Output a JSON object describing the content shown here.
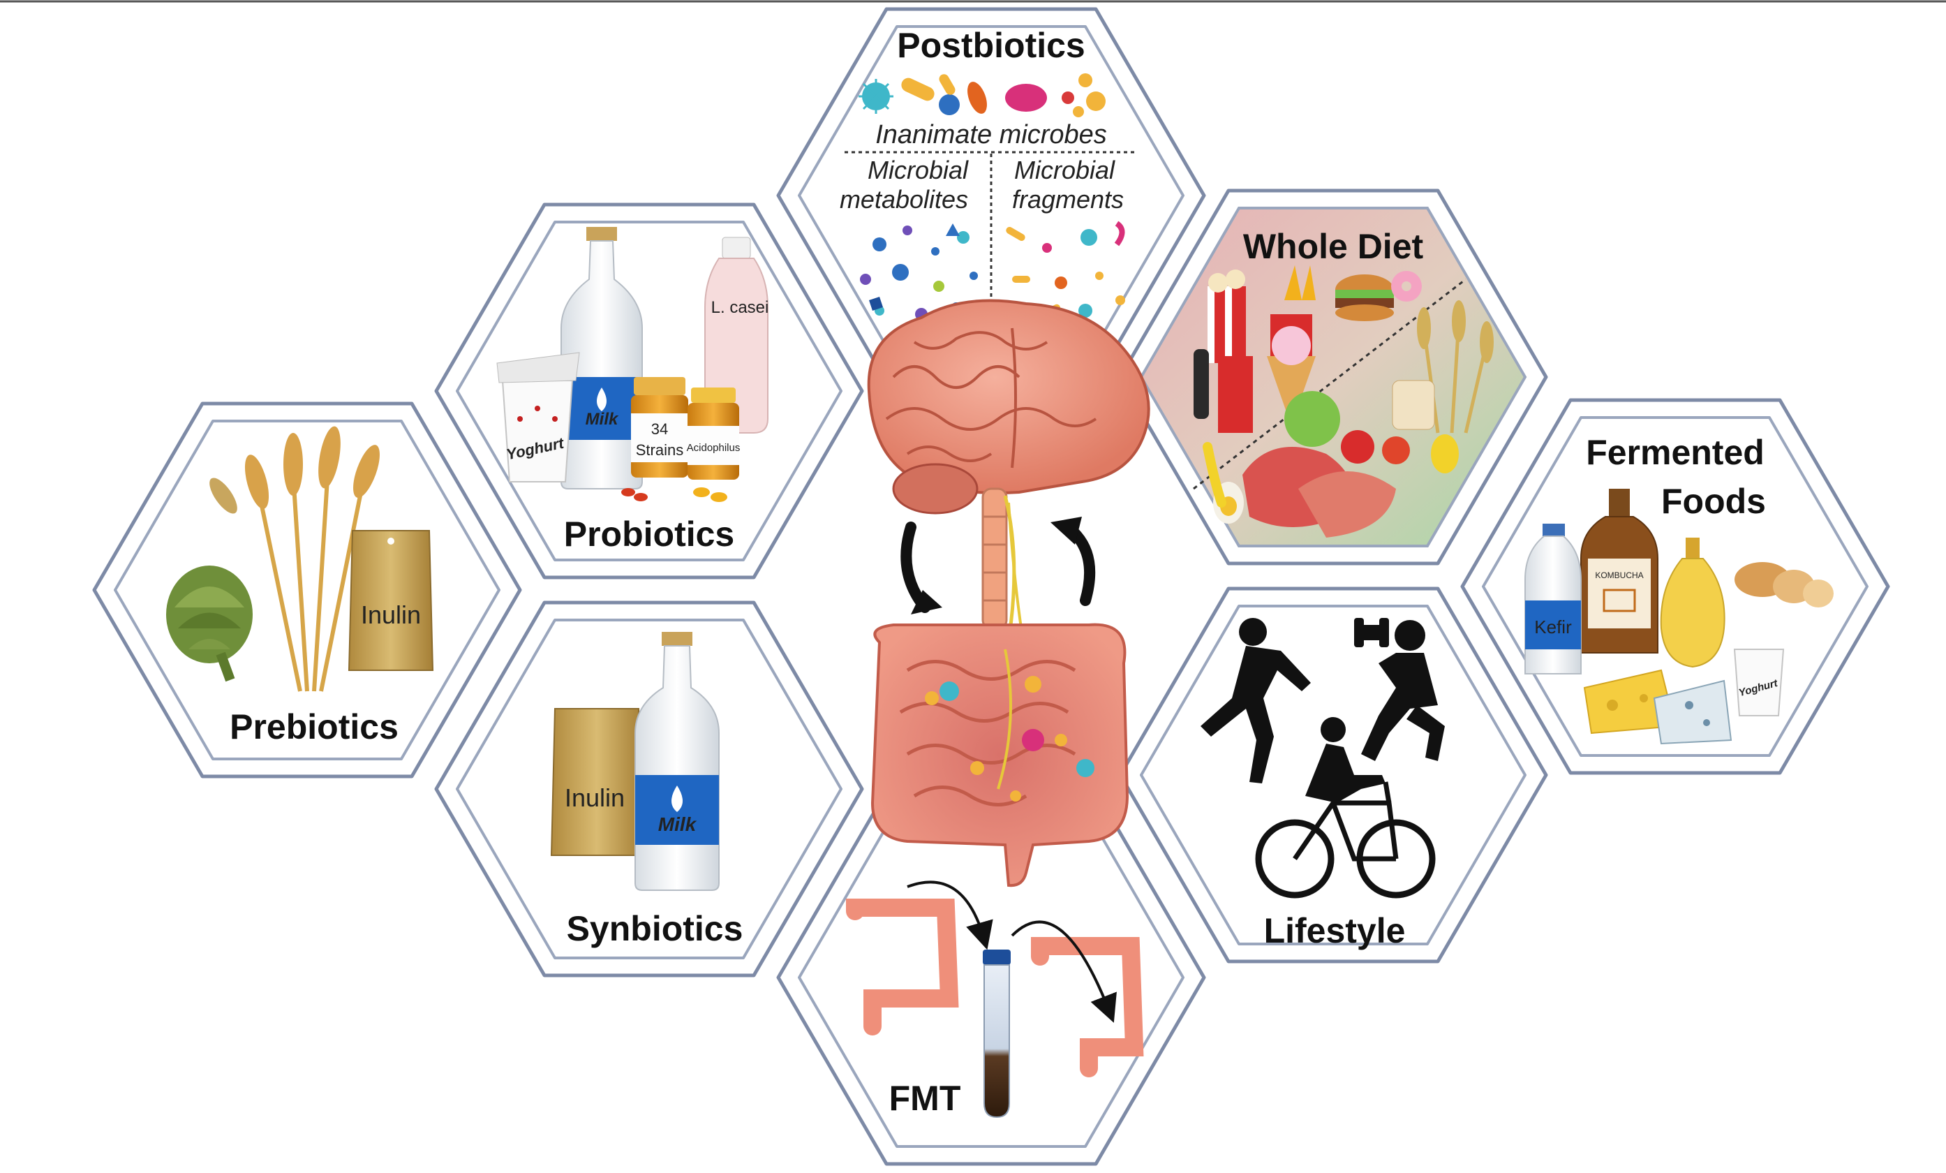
{
  "panels": {
    "postbiotics": {
      "title": "Postbiotics",
      "subtitle": "Inanimate microbes",
      "left_line1": "Microbial",
      "left_line2": "metabolites",
      "right_line1": "Microbial",
      "right_line2": "fragments"
    },
    "probiotics": {
      "title": "Probiotics",
      "bottle_label": "L. casei",
      "milk_label": "Milk",
      "yoghurt_label": "Yoghurt",
      "jar1_line1": "34",
      "jar1_line2": "Strains",
      "jar2_label": "Acidophilus"
    },
    "prebiotics": {
      "title": "Prebiotics",
      "pouch_label": "Inulin"
    },
    "synbiotics": {
      "title": "Synbiotics",
      "pouch_label": "Inulin",
      "milk_label": "Milk"
    },
    "whole_diet": {
      "title": "Whole Diet"
    },
    "fermented": {
      "title_line1": "Fermented",
      "title_line2": "Foods",
      "kefir_label": "Kefir",
      "kombucha_label": "KOMBUCHA",
      "yoghurt_label": "Yoghurt"
    },
    "lifestyle": {
      "title": "Lifestyle"
    },
    "fmt": {
      "title": "FMT"
    }
  },
  "colors": {
    "hex_outline": "#7d8aa6",
    "organ_pink": "#e8846f",
    "whole_diet_left": "#e3b7b7",
    "whole_diet_right": "#b9d9b4"
  },
  "icons": [
    "brain",
    "intestine",
    "bidirectional-arrows",
    "bacteria",
    "milk-bottle",
    "yoghurt-cup",
    "supplement-jar",
    "wheat",
    "artichoke",
    "pouch",
    "junk-food",
    "healthy-food",
    "runner",
    "weightlifter",
    "cyclist",
    "test-tube",
    "colon",
    "kefir-bottle",
    "kombucha-bottle",
    "cheese",
    "bread",
    "oil-bottle"
  ]
}
